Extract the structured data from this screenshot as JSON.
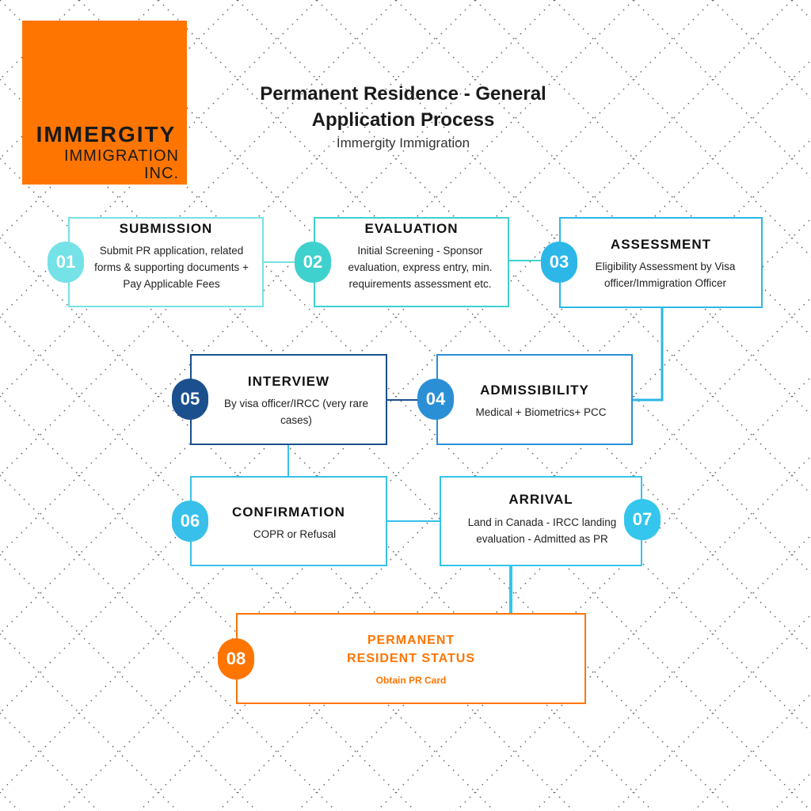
{
  "logo": {
    "line1": "IMMERGITY",
    "line2": "IMMIGRATION",
    "line3": "INC."
  },
  "header": {
    "title": "Permanent Residence - General Application Process",
    "subtitle": "Immergity Immigration"
  },
  "colors": {
    "orange": "#ff7502",
    "step1": "#74e2e6",
    "step2": "#3fd1ce",
    "step3": "#2cb7e8",
    "step4": "#2b8fd6",
    "step5": "#1b4f8e",
    "step6": "#38c0ea",
    "step7": "#34c6ec"
  },
  "steps": [
    {
      "number": "01",
      "title": "SUBMISSION",
      "desc": "Submit PR application, related forms & supporting documents + Pay Applicable Fees"
    },
    {
      "number": "02",
      "title": "EVALUATION",
      "desc": "Initial Screening - Sponsor evaluation, express entry, min. requirements assessment etc."
    },
    {
      "number": "03",
      "title": "ASSESSMENT",
      "desc": "Eligibility Assessment by Visa officer/Immigration Officer"
    },
    {
      "number": "04",
      "title": "ADMISSIBILITY",
      "desc": "Medical + Biometrics+ PCC"
    },
    {
      "number": "05",
      "title": "INTERVIEW",
      "desc": "By visa officer/IRCC (very rare cases)"
    },
    {
      "number": "06",
      "title": "CONFIRMATION",
      "desc": "COPR or Refusal"
    },
    {
      "number": "07",
      "title": "ARRIVAL",
      "desc": "Land in Canada - IRCC landing evaluation - Admitted as PR"
    }
  ],
  "final": {
    "number": "08",
    "title_line1": "PERMANENT",
    "title_line2": "RESIDENT STATUS",
    "desc": "Obtain PR Card"
  }
}
